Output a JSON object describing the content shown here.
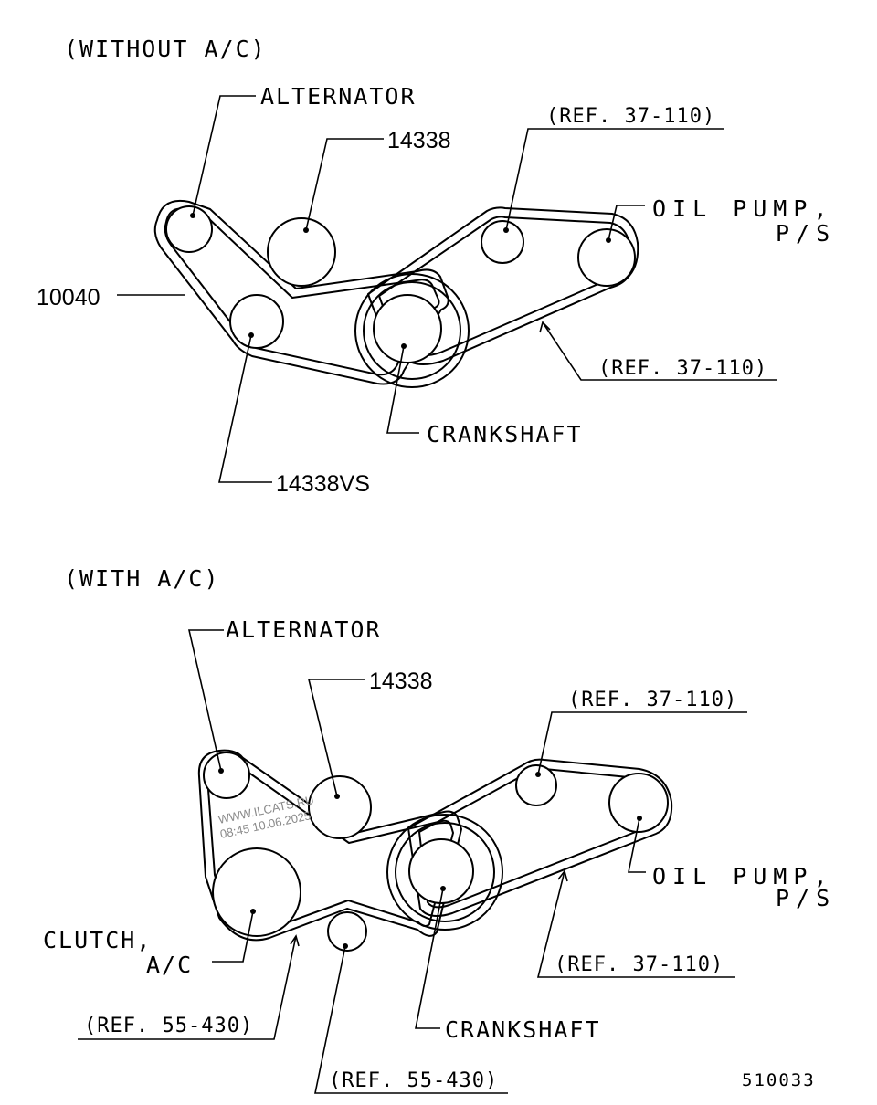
{
  "top_section": {
    "title": "(WITHOUT A/C)",
    "labels": {
      "alternator": "ALTERNATOR",
      "part_14338": "14338",
      "ref_top": "(REF. 37-110)",
      "oil_pump": "OIL PUMP,",
      "ps": "P/S",
      "part_10040": "10040",
      "ref_right": "(REF. 37-110)",
      "crankshaft": "CRANKSHAFT",
      "part_14338vs": "14338VS"
    }
  },
  "bottom_section": {
    "title": "(WITH A/C)",
    "labels": {
      "alternator": "ALTERNATOR",
      "part_14338": "14338",
      "ref_top": "(REF. 37-110)",
      "oil_pump": "OIL PUMP,",
      "ps": "P/S",
      "ref_right": "(REF. 37-110)",
      "clutch": "CLUTCH,",
      "ac": "A/C",
      "ref_left": "(REF. 55-430)",
      "crankshaft": "CRANKSHAFT",
      "ref_bottom": "(REF. 55-430)"
    }
  },
  "watermark": {
    "line1": "WWW.ILCATS.RU",
    "line2": "08:45 10.06.2025"
  },
  "figure_code": "510033"
}
